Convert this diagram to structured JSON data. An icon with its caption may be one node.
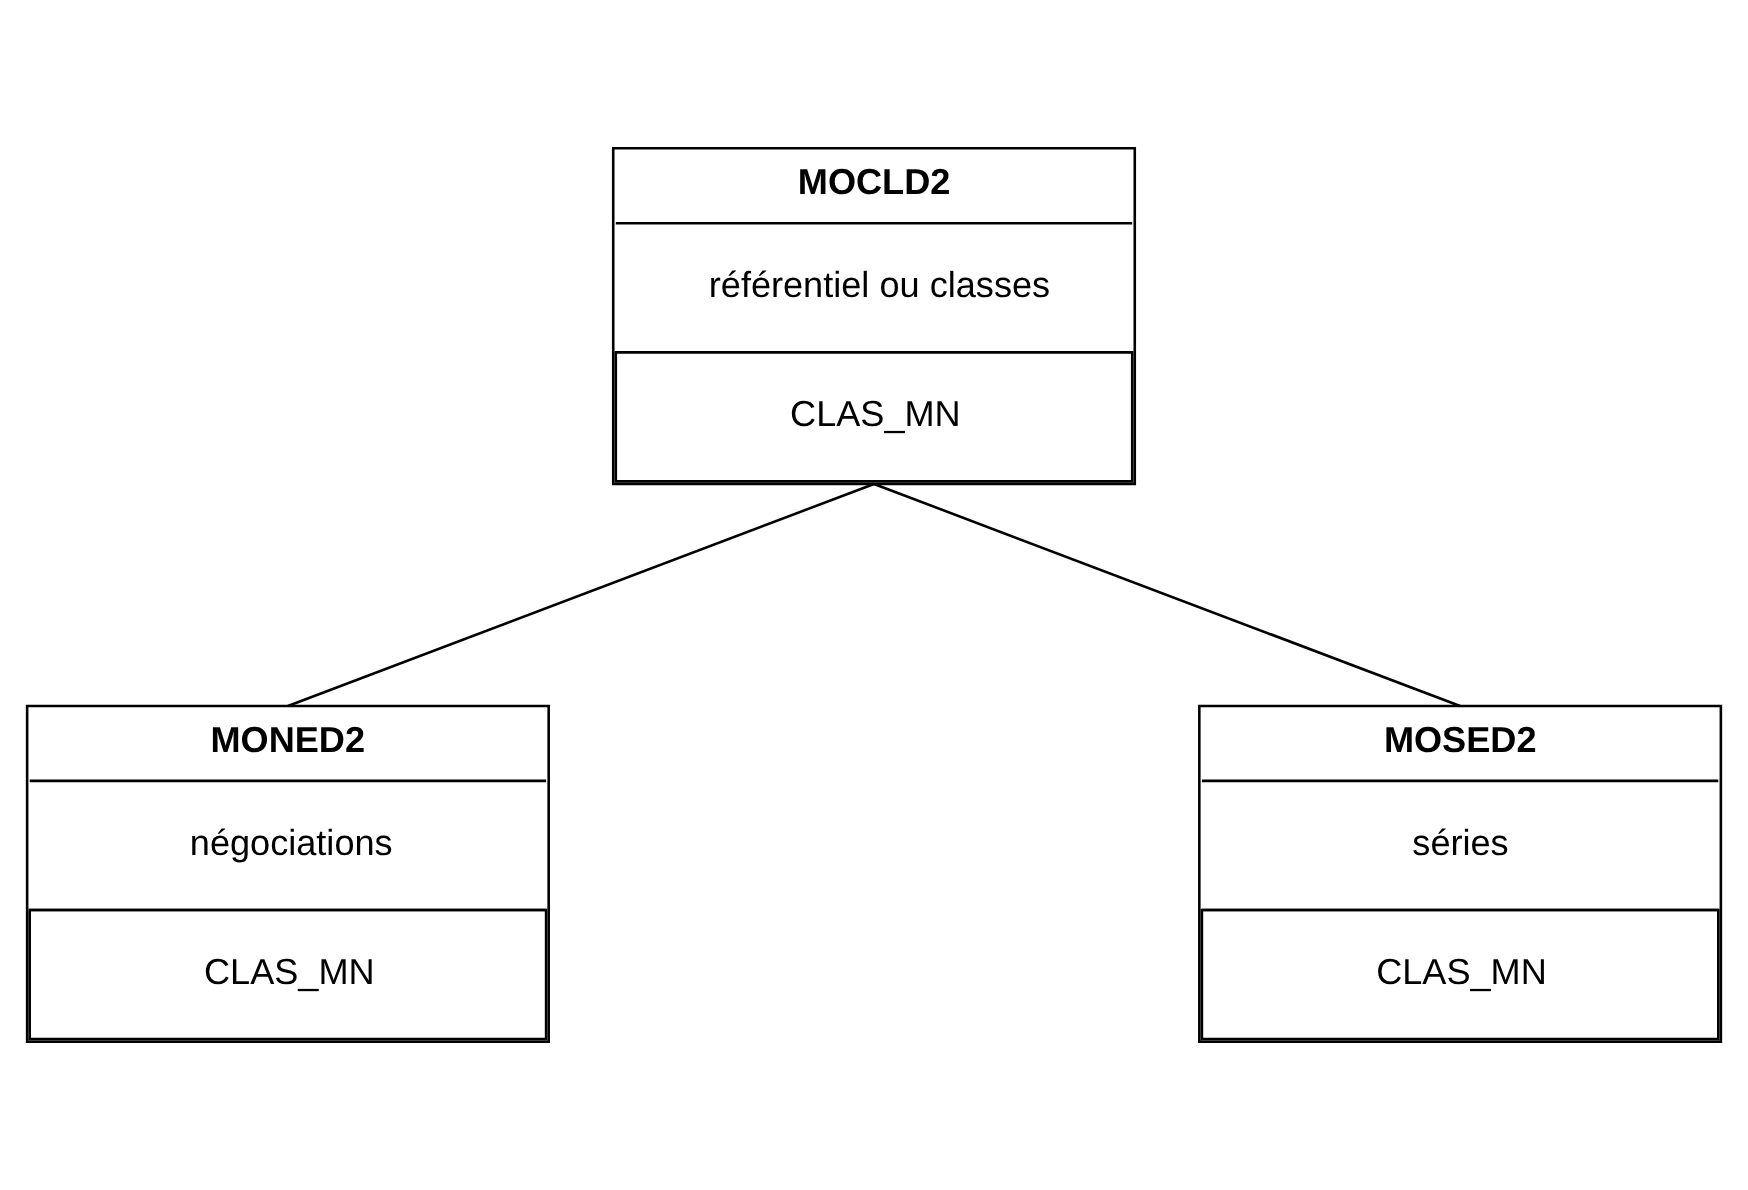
{
  "diagram": {
    "nodes": [
      {
        "text": [
          "MOCLD2",
          "référentiel ou classes",
          "CLAS_MN"
        ]
      },
      {
        "text": [
          "MONED2",
          "négociations",
          "CLAS_MN"
        ]
      },
      {
        "text": [
          "MOSED2",
          "séries",
          "CLAS_MN"
        ]
      }
    ],
    "edges": [
      {
        "from": 0,
        "to": 1,
        "arrow": "none"
      },
      {
        "from": 0,
        "to": 2,
        "arrow": "none"
      }
    ]
  }
}
